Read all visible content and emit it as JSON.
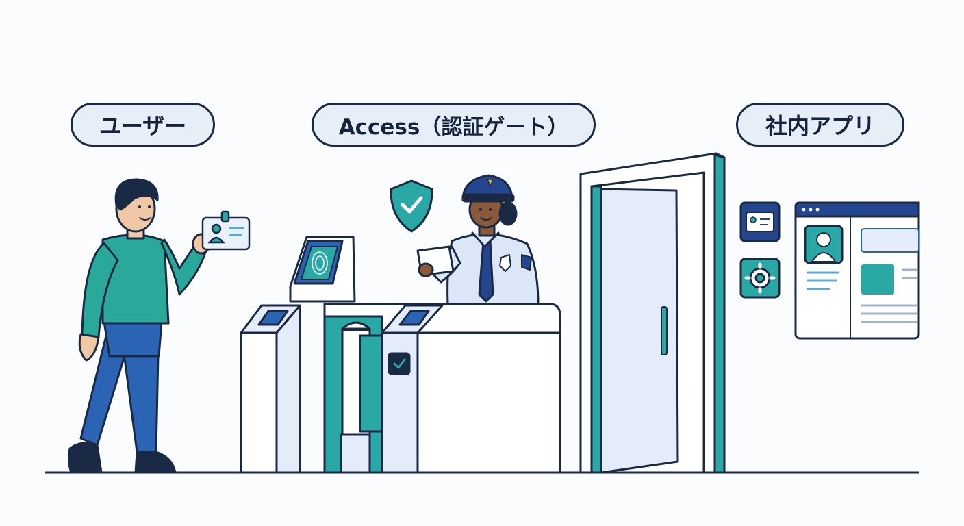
{
  "labels": {
    "user": "ユーザー",
    "access": "Access（認証ゲート）",
    "app": "社内アプリ"
  },
  "colors": {
    "outline": "#1b2a44",
    "label_fill": "#e6eef8",
    "teal": "#2aa8a5",
    "blue": "#2b64b5",
    "panel": "#e3ecf8",
    "navy": "#23468f"
  },
  "icons": [
    "id-card-icon",
    "shield-check-icon",
    "fingerprint-icon",
    "check-icon",
    "gear-icon",
    "profile-icon"
  ]
}
